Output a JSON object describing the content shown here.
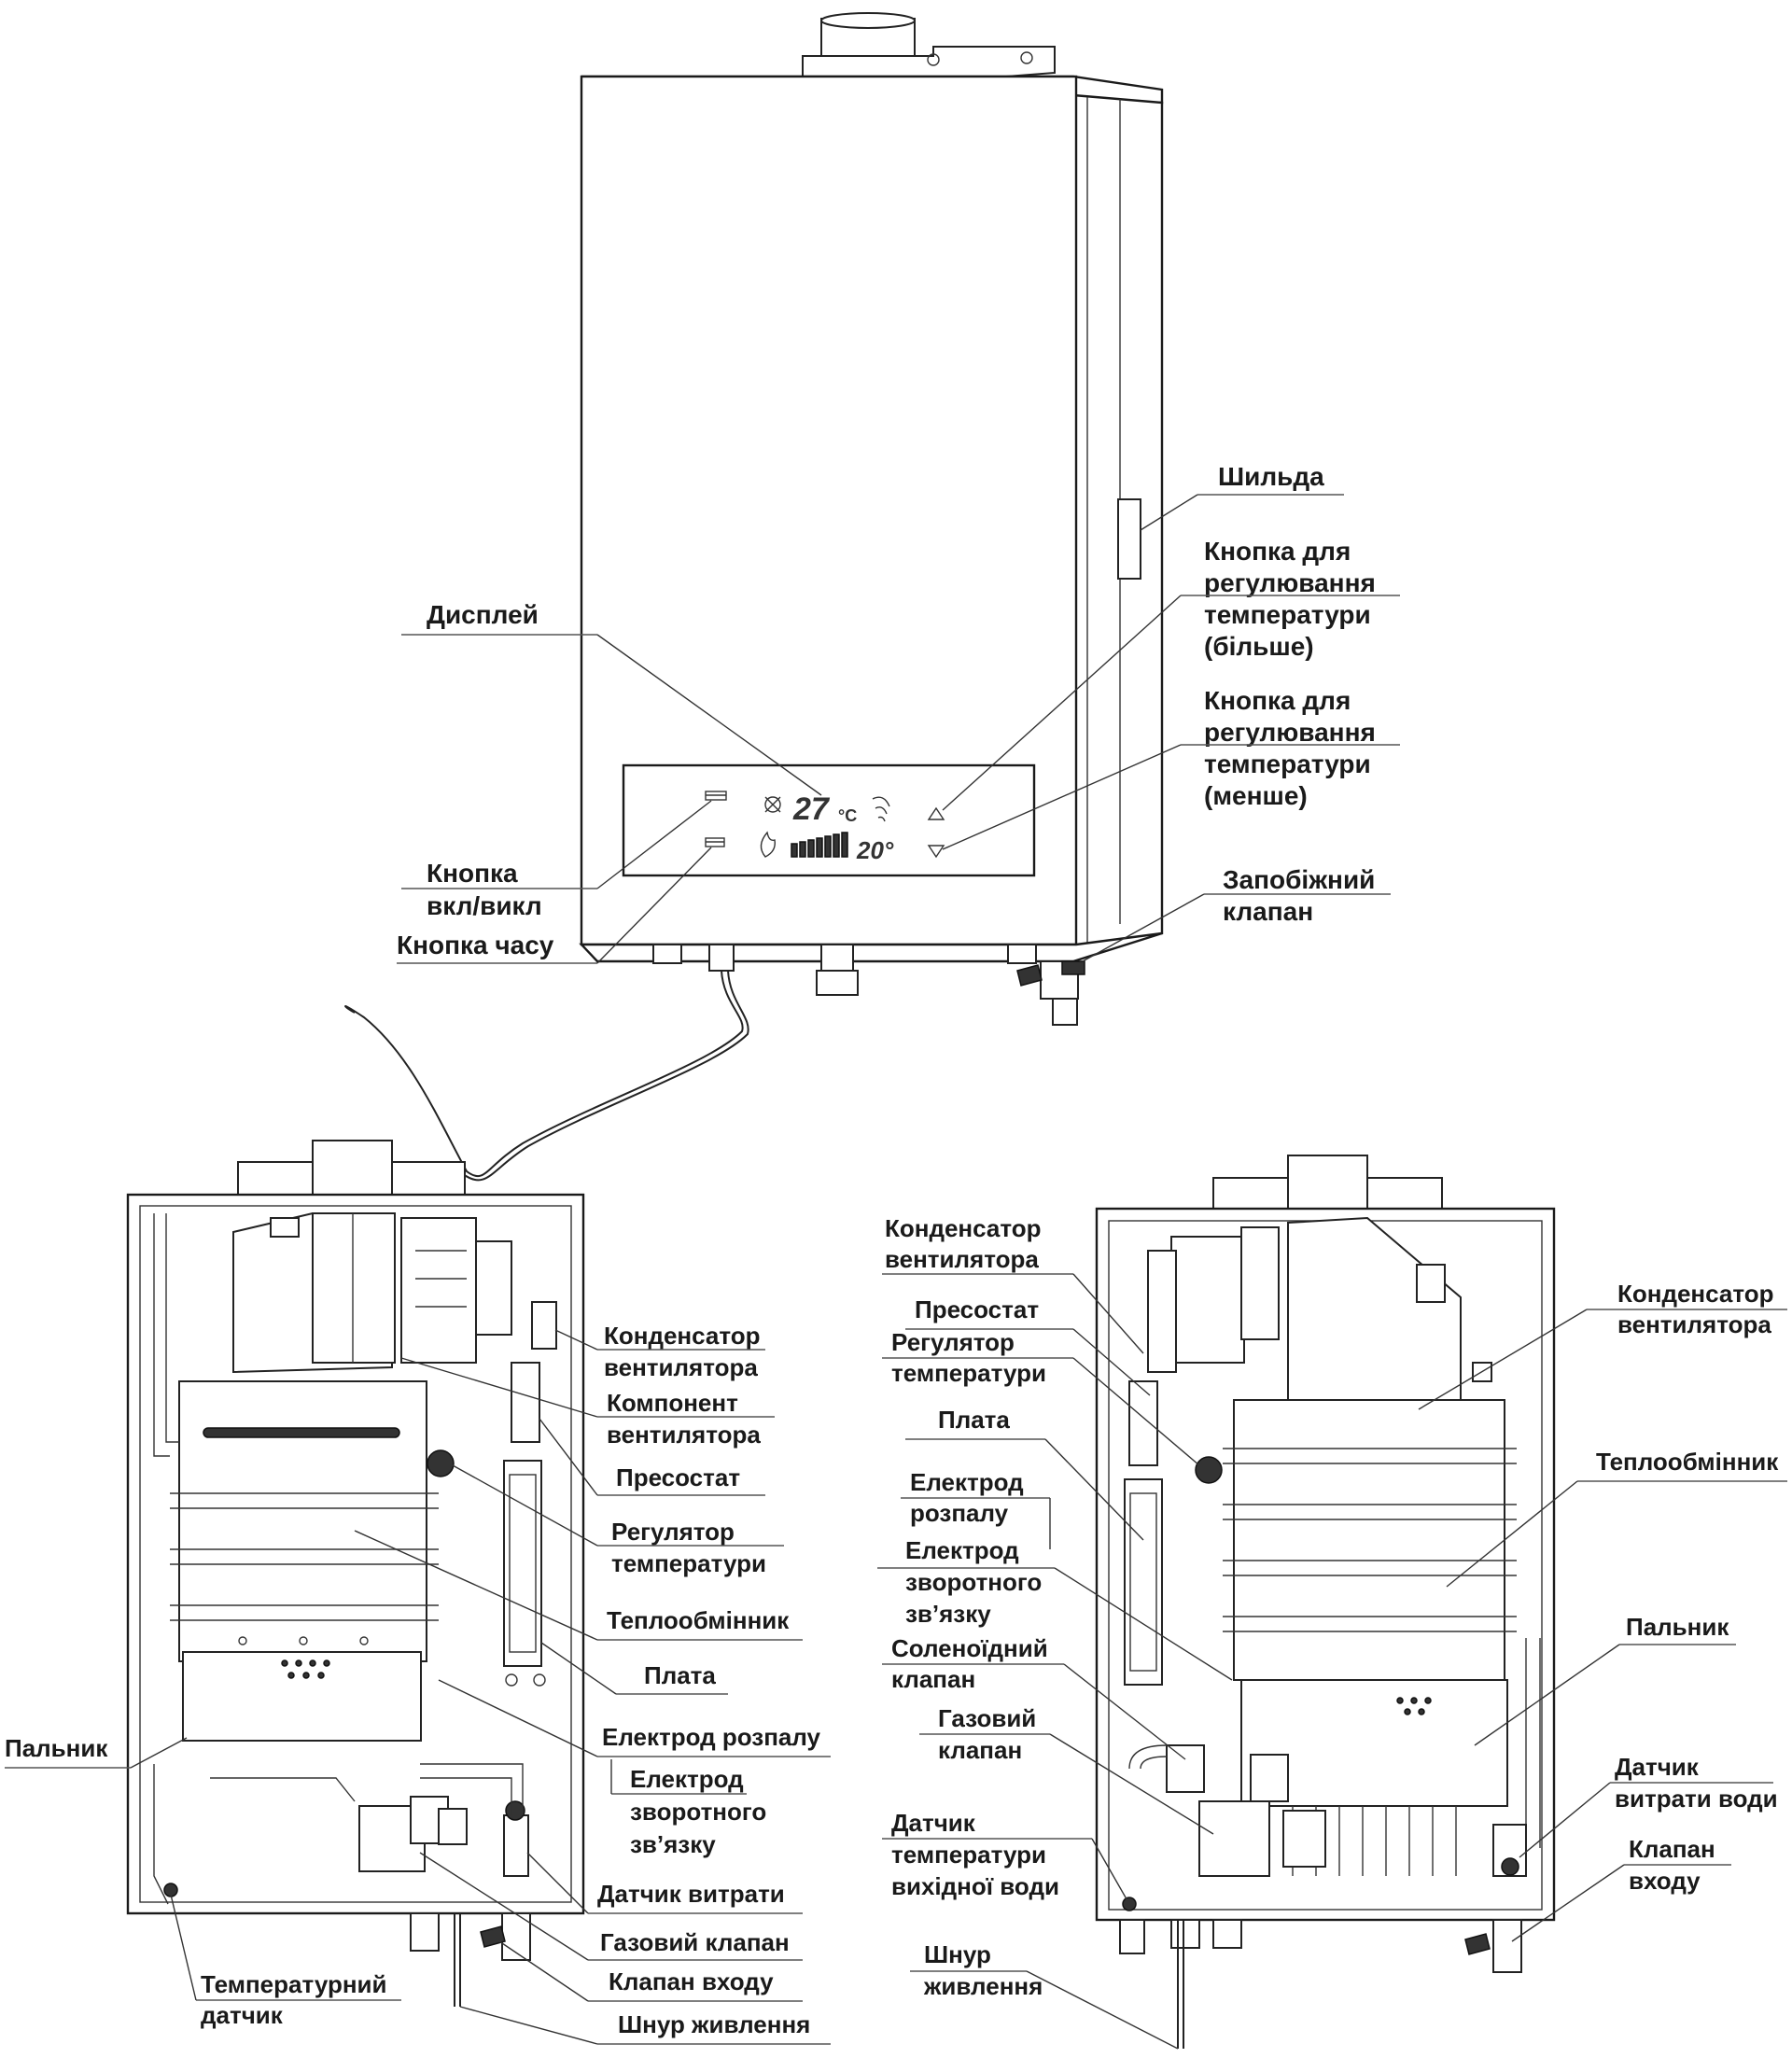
{
  "labels": {
    "nameplate": "Шильда",
    "temp_up": [
      "Кнопка для",
      "регулювання",
      "температури",
      "(більше)"
    ],
    "temp_down": [
      "Кнопка для",
      "регулювання",
      "температури",
      "(менше)"
    ],
    "display": "Дисплей",
    "power_button": [
      "Кнопка",
      "вкл/викл"
    ],
    "time_button": "Кнопка часу",
    "safety_valve": [
      "Запобіжний",
      "клапан"
    ]
  },
  "display_readout": {
    "temperature": "27",
    "unit": "°C",
    "time": "20°"
  },
  "left_view": {
    "fan_condenser": [
      "Конденсатор",
      "вентилятора"
    ],
    "fan_component": [
      "Компонент",
      "вентилятора"
    ],
    "pressure_switch": "Пресостат",
    "temp_regulator": [
      "Регулятор",
      "температури"
    ],
    "heat_exchanger": "Теплообмінник",
    "board": "Плата",
    "ignition_electrode": "Електрод розпалу",
    "feedback_electrode": [
      "Електрод",
      "зворотного",
      "зв’язку"
    ],
    "flow_sensor": "Датчик витрати",
    "gas_valve": "Газовий клапан",
    "inlet_valve": "Клапан входу",
    "power_cord": "Шнур живлення",
    "burner": "Пальник",
    "temp_sensor": [
      "Температурний",
      "датчик"
    ]
  },
  "right_view": {
    "fan_condenser_left": [
      "Конденсатор",
      "вентилятора"
    ],
    "pressure_switch": "Пресостат",
    "temp_regulator": [
      "Регулятор",
      "температури"
    ],
    "board": "Плата",
    "ignition_electrode": [
      "Електрод",
      "розпалу"
    ],
    "feedback_electrode": [
      "Електрод",
      "зворотного",
      "зв’язку"
    ],
    "solenoid_valve": [
      "Соленоїдний",
      "клапан"
    ],
    "gas_valve": [
      "Газовий",
      "клапан"
    ],
    "outlet_temp_sensor": [
      "Датчик",
      "температури",
      "вихідної води"
    ],
    "power_cord": [
      "Шнур",
      "живлення"
    ],
    "fan_condenser_right": [
      "Конденсатор",
      "вентилятора"
    ],
    "heat_exchanger": "Теплообмінник",
    "burner": "Пальник",
    "water_flow_sensor": [
      "Датчик",
      "витрати води"
    ],
    "inlet_valve": [
      "Клапан",
      "входу"
    ]
  }
}
